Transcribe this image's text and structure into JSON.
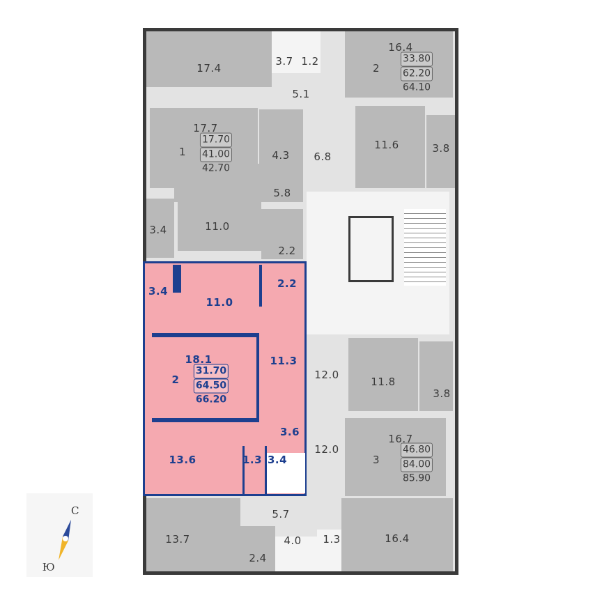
{
  "colors": {
    "highlight": "#f5a9b0",
    "highlight_wall": "#1d3f8f",
    "room": "#b9b9b9",
    "corridor": "#e3e3e3",
    "wall": "#3a3a3a",
    "compass_north": "#2b4a9a",
    "compass_south": "#f0b429"
  },
  "rooms": [
    "17.4",
    "3.7",
    "1.2",
    "16.4",
    "5.1",
    "17.7",
    "4.3",
    "6.8",
    "11.6",
    "3.8",
    "5.8",
    "3.4",
    "11.0",
    "2.2",
    "3.4",
    "11.0",
    "2.2",
    "18.1",
    "11.3",
    "3.6",
    "13.6",
    "1.3",
    "3.4",
    "12.0",
    "11.8",
    "3.8",
    "12.0",
    "16.7",
    "5.7",
    "13.7",
    "2.4",
    "4.0",
    "1.3",
    "16.4"
  ],
  "apartments": [
    {
      "rooms_count": "2",
      "living": "33.80",
      "total": "62.20",
      "total_with_balcony": "64.10"
    },
    {
      "rooms_count": "1",
      "living": "17.70",
      "total": "41.00",
      "total_with_balcony": "42.70"
    },
    {
      "rooms_count": "2",
      "living": "31.70",
      "total": "64.50",
      "total_with_balcony": "66.20",
      "highlighted": true
    },
    {
      "rooms_count": "3",
      "living": "46.80",
      "total": "84.00",
      "total_with_balcony": "85.90"
    }
  ],
  "compass": {
    "north": "С",
    "south": "Ю"
  }
}
